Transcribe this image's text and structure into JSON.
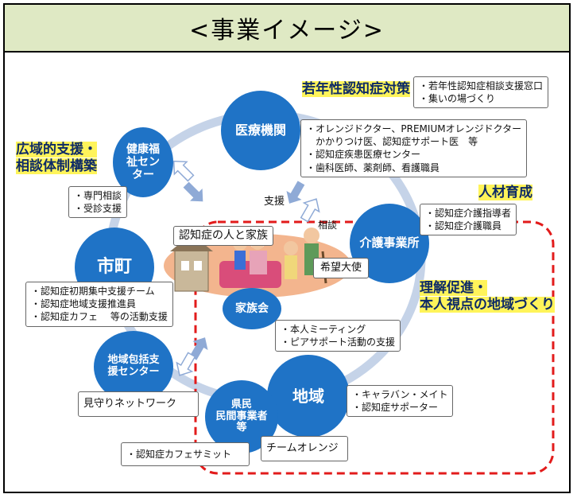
{
  "header": {
    "title": "<事業イメージ>"
  },
  "nodes": {
    "medical": "医療機関",
    "health_center": [
      "健康福",
      "祉セン",
      "ター"
    ],
    "city": "市町",
    "care": "介護事業所",
    "family": "家族会",
    "comprehensive": [
      "地域包括支",
      "援センター"
    ],
    "community": "地域",
    "private": [
      "県民",
      "民間事業者",
      "等"
    ]
  },
  "headings": {
    "young": "若年性認知症対策",
    "wide": [
      "広域的支援・",
      "相談体制構築"
    ],
    "hr": "人材育成",
    "understanding": [
      "理解促進・",
      "本人視点の地域づくり"
    ]
  },
  "boxes": {
    "young": [
      "・若年性認知症相談支援窓口",
      "・集いの場づくり"
    ],
    "medical": [
      "・オレンジドクター、PREMIUMオレンジドクター",
      "　かかりつけ医、認知症サポート医　等",
      "・認知症疾患医療センター",
      "・歯科医師、薬剤師、看護職員"
    ],
    "health": [
      "・専門相談",
      "・受診支援"
    ],
    "hr": [
      "・認知症介護指導者",
      "・認知症介護職員"
    ],
    "city": [
      "・認知症初期集中支援チーム",
      "・認知症地域支援推進員",
      "・認知症カフェ　 等の活動支援"
    ],
    "family": [
      "・本人ミーティング",
      "・ピアサポート活動の支援"
    ],
    "watch": "見守りネットワーク",
    "community": [
      "・キャラバン・メイト",
      "・認知症サポーター"
    ],
    "cafe": "・認知症カフェサミット",
    "orange": "チームオレンジ"
  },
  "labels": {
    "center": "認知症の人と家族",
    "ambassador": "希望大使",
    "support": "支援",
    "consult": "相談"
  },
  "colors": {
    "header_bg": "#dfe9c4",
    "circle": "#1f73c6",
    "ring": "#c5d3e8",
    "highlight": "#fff45a",
    "dashed": "#e21b1b",
    "heading_text": "#0d2a66"
  }
}
